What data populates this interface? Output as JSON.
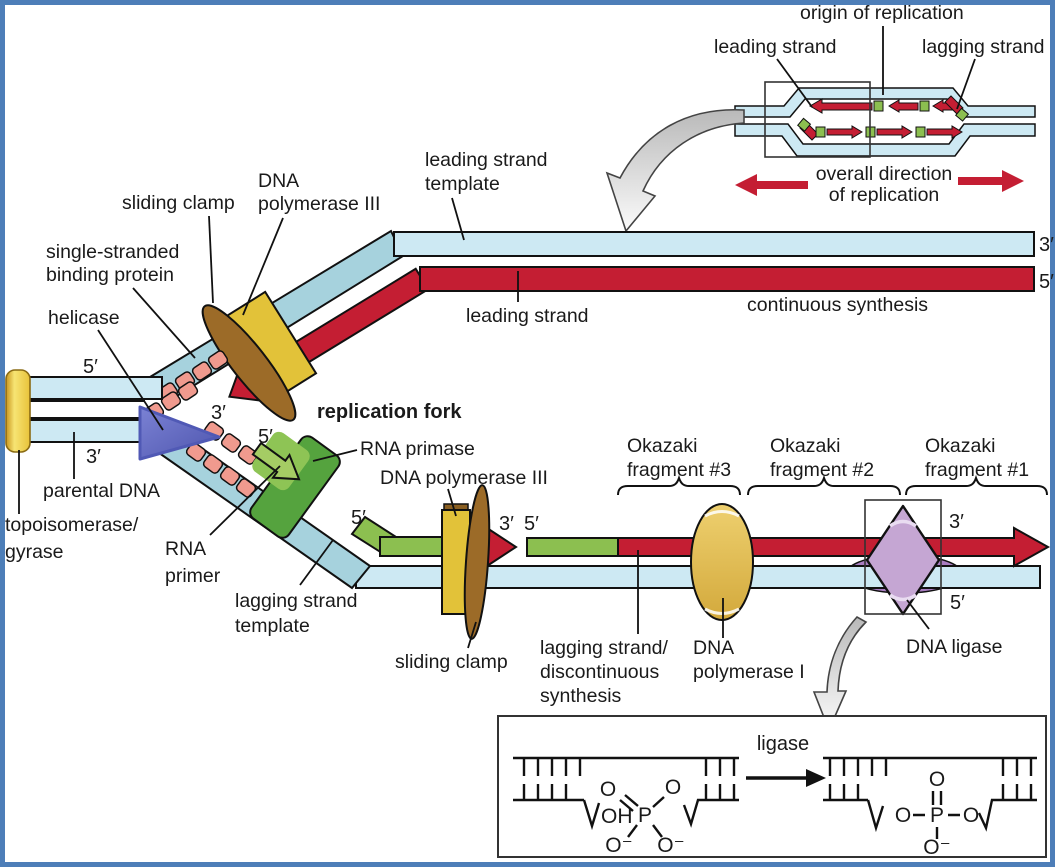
{
  "colors": {
    "frame": "#4d7eb8",
    "light_blue": "#cde9f3",
    "teal": "#a6d2dd",
    "red": "#c41e33",
    "green": "#8cbf50",
    "dark_green": "#55a33e",
    "light_green": "#a5cc64",
    "yellow": "#e2c239",
    "brown": "#9c6b28",
    "pink": "#f09a8e",
    "ligase_purple": "#c5a6d3",
    "lens_purple": "#a87cc0",
    "text": "#1a1a1a"
  },
  "inset": {
    "origin_of_replication": "origin of replication",
    "leading_strand": "leading strand",
    "lagging_strand": "lagging strand",
    "overall_direction_l1": "overall direction",
    "overall_direction_l2": "of replication"
  },
  "main": {
    "sliding_clamp_top": "sliding clamp",
    "dna_pol3_l1": "DNA",
    "dna_pol3_l2": "polymerase III",
    "ssb_l1": "single-stranded",
    "ssb_l2": "binding protein",
    "helicase": "helicase",
    "parental_dna": "parental DNA",
    "topo_l1": "topoisomerase/",
    "topo_l2": "gyrase",
    "replication_fork": "replication fork",
    "rna_primase": "RNA primase",
    "rna_primer_l1": "RNA",
    "rna_primer_l2": "primer",
    "lagging_template_l1": "lagging strand",
    "lagging_template_l2": "template",
    "sliding_clamp_bottom": "sliding clamp",
    "dna_pol3_bottom": "DNA polymerase III",
    "leading_template_l1": "leading strand",
    "leading_template_l2": "template",
    "leading_strand": "leading strand",
    "continuous_synthesis": "continuous synthesis",
    "lagging_synth_l1": "lagging strand/",
    "lagging_synth_l2": "discontinuous",
    "lagging_synth_l3": "synthesis",
    "dna_pol1_l1": "DNA",
    "dna_pol1_l2": "polymerase I",
    "dna_ligase": "DNA ligase"
  },
  "okazaki": [
    {
      "l1": "Okazaki",
      "l2": "fragment #3"
    },
    {
      "l1": "Okazaki",
      "l2": "fragment #2"
    },
    {
      "l1": "Okazaki",
      "l2": "fragment #1"
    }
  ],
  "primes": {
    "parental_5": "5′",
    "parental_3": "3′",
    "fork_3": "3′",
    "fork_5": "5′",
    "primer_5": "5′",
    "pol3_3": "3′",
    "frag_5": "5′",
    "top_3": "3′",
    "top_5": "5′",
    "frag1_3": "3′",
    "frag1_5": "5′"
  },
  "ligase_inset": {
    "title": "ligase",
    "oh": "OH",
    "o": "O",
    "p": "P",
    "o_minus": "O⁻"
  }
}
